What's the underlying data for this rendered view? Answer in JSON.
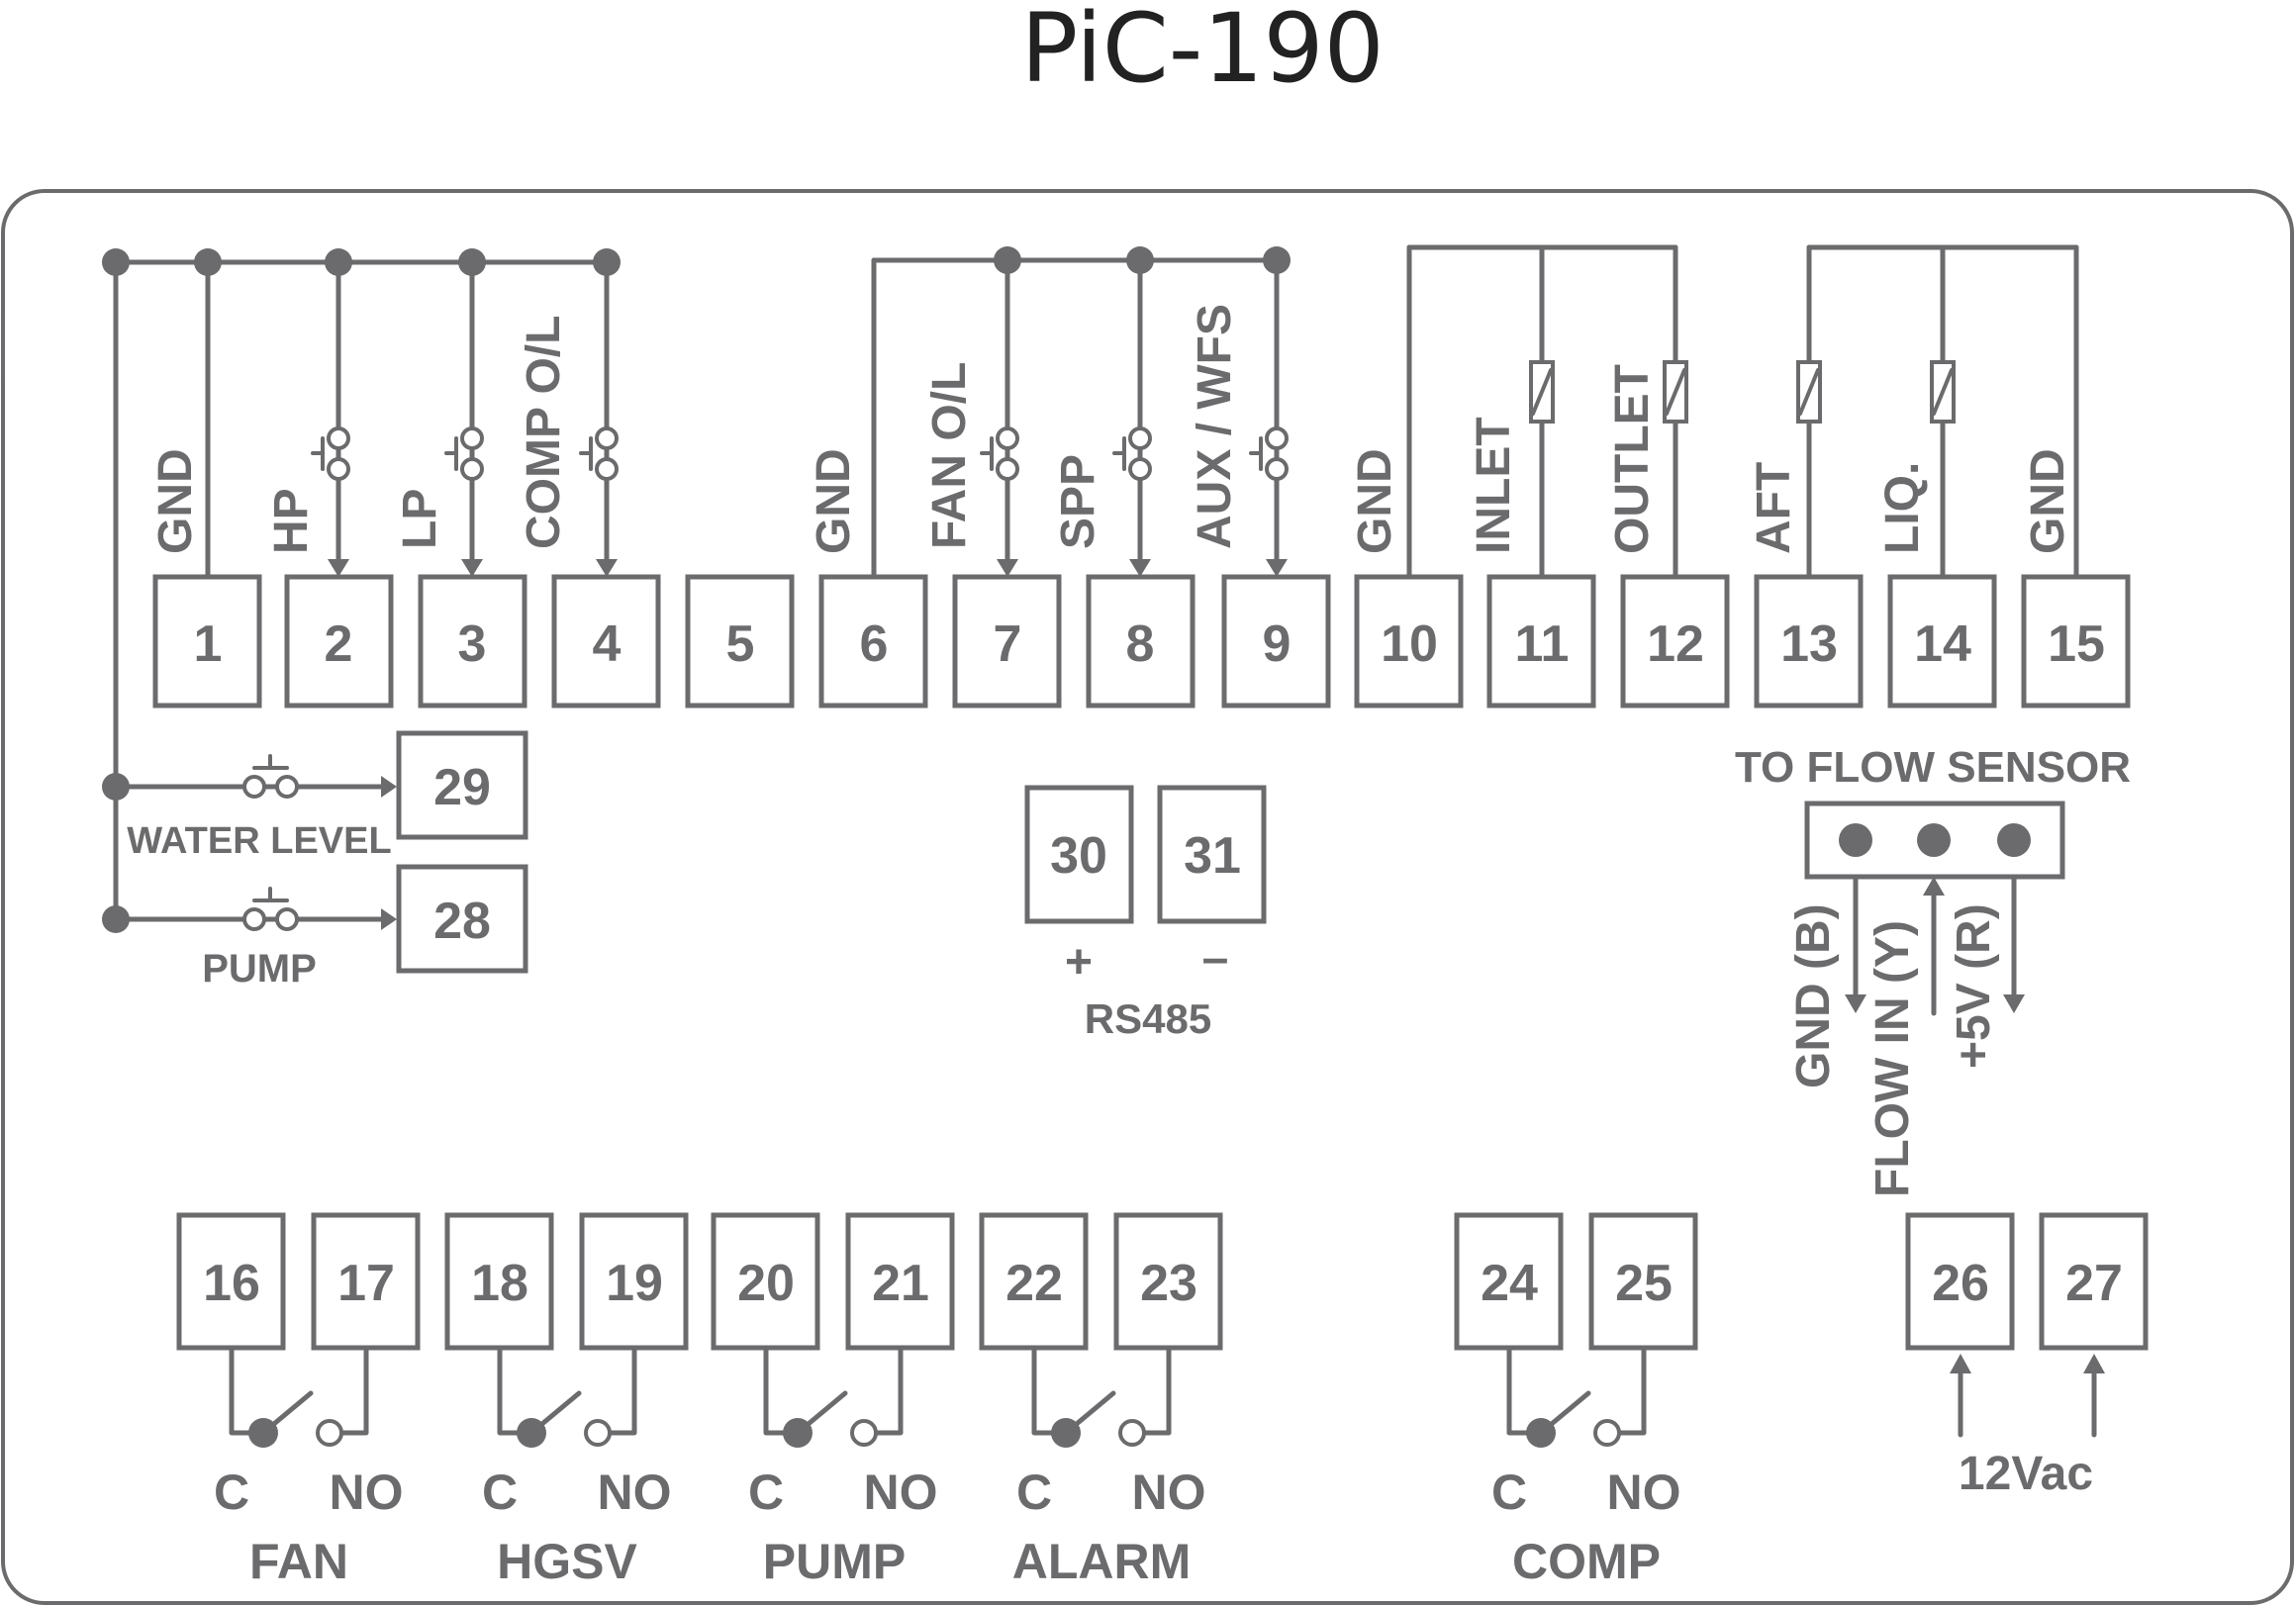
{
  "title": "PiC-190",
  "terminals": {
    "t1": "1",
    "t2": "2",
    "t3": "3",
    "t4": "4",
    "t5": "5",
    "t6": "6",
    "t7": "7",
    "t8": "8",
    "t9": "9",
    "t10": "10",
    "t11": "11",
    "t12": "12",
    "t13": "13",
    "t14": "14",
    "t15": "15",
    "t16": "16",
    "t17": "17",
    "t18": "18",
    "t19": "19",
    "t20": "20",
    "t21": "21",
    "t22": "22",
    "t23": "23",
    "t24": "24",
    "t25": "25",
    "t26": "26",
    "t27": "27",
    "t28": "28",
    "t29": "29",
    "t30": "30",
    "t31": "31"
  },
  "labels": {
    "gnd1": "GND",
    "hp": "HP",
    "lp": "LP",
    "comp_ol": "COMP O/L",
    "gnd6": "GND",
    "fan_ol": "FAN O/L",
    "spp": "SPP",
    "aux_wfs": "AUX / WFS",
    "gnd10": "GND",
    "inlet": "INLET",
    "outlet": "OUTLET",
    "aft": "AFT",
    "liq": "LIQ.",
    "gnd15": "GND",
    "water_level": "WATER LEVEL",
    "pump_in": "PUMP",
    "rs485": "RS485",
    "plus": "+",
    "minus": "–",
    "to_flow_sensor": "TO FLOW SENSOR",
    "gnd_b": "GND (B)",
    "flow_in_y": "FLOW IN (Y)",
    "plus5v_r": "+5V (R)",
    "twelve_vac": "12Vac"
  },
  "relays": {
    "fan": {
      "c": "C",
      "no": "NO",
      "name": "FAN"
    },
    "hgsv": {
      "c": "C",
      "no": "NO",
      "name": "HGSV"
    },
    "pump": {
      "c": "C",
      "no": "NO",
      "name": "PUMP"
    },
    "alarm": {
      "c": "C",
      "no": "NO",
      "name": "ALARM"
    },
    "comp": {
      "c": "C",
      "no": "NO",
      "name": "COMP"
    }
  }
}
